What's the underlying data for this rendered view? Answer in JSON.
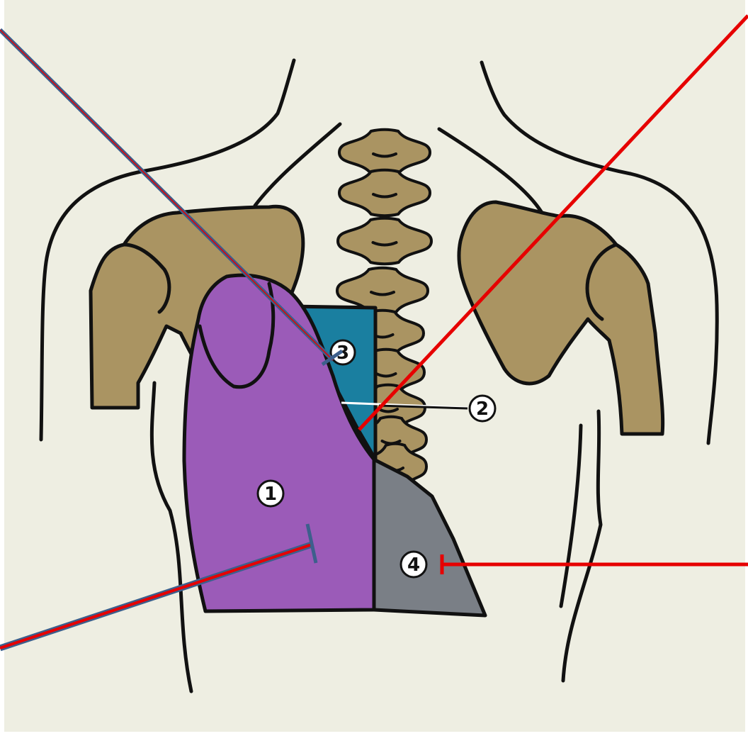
{
  "diagram": {
    "labels": [
      {
        "id": "1",
        "text": "1"
      },
      {
        "id": "2",
        "text": "2"
      },
      {
        "id": "3",
        "text": "3"
      },
      {
        "id": "4",
        "text": "4"
      }
    ],
    "colors": {
      "background": "#eeeee2",
      "bone": "#aa9462",
      "region1": "#9b5bb8",
      "region3": "#1a7fa0",
      "region4": "#7a7f86",
      "pointer_red": "#e60000",
      "pointer_blue": "#3d5f8c"
    }
  }
}
